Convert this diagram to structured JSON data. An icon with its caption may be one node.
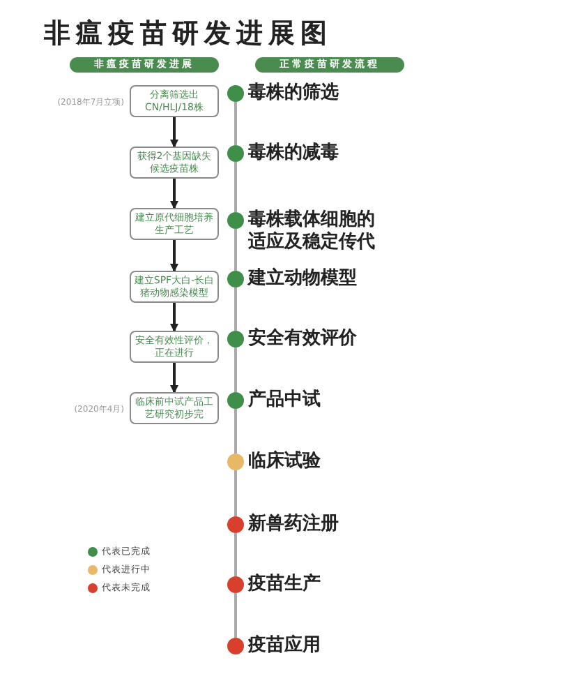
{
  "diagram": {
    "title": "非瘟疫苗研发进展图",
    "nodes": [
      {
        "text": [
          "非瘟疫苗研发进展"
        ]
      },
      {
        "text": [
          "正常疫苗研发流程"
        ]
      },
      {
        "text": [
          "分离筛选出 CN/HLJ/18株"
        ],
        "beside": [
          "(2018年7月立项)"
        ]
      },
      {
        "text": [
          "获得2个基因缺失候选疫苗株"
        ]
      },
      {
        "text": [
          "建立原代细胞培养生产工艺"
        ]
      },
      {
        "text": [
          "建立SPF大白-长白猪动物感染模型"
        ]
      },
      {
        "text": [
          "安全有效性评价，正在进行"
        ]
      },
      {
        "text": [
          "临床前中试产品工艺研究初步完"
        ],
        "beside": [
          "(2020年4月)"
        ]
      },
      {
        "text": [],
        "shape": "circle",
        "beside": [
          "毒株的筛选"
        ]
      },
      {
        "text": [],
        "shape": "circle",
        "beside": [
          "毒株的减毒"
        ]
      },
      {
        "text": [],
        "shape": "circle",
        "beside": [
          "毒株载体细胞的适应及稳定传代"
        ]
      },
      {
        "text": [],
        "shape": "circle",
        "beside": [
          "建立动物模型"
        ]
      },
      {
        "text": [],
        "shape": "circle",
        "beside": [
          "安全有效评价"
        ]
      },
      {
        "text": [],
        "shape": "circle",
        "beside": [
          "产品中试"
        ]
      },
      {
        "text": [],
        "shape": "circle",
        "beside": [
          "临床试验"
        ]
      },
      {
        "text": [],
        "shape": "circle",
        "beside": [
          "新兽药注册"
        ]
      },
      {
        "text": [],
        "shape": "circle",
        "beside": [
          "疫苗生产"
        ]
      },
      {
        "text": [],
        "shape": "circle",
        "beside": [
          "疫苗应用"
        ]
      }
    ],
    "edges": [
      {
        "from": 2,
        "to": 3,
        "arrow": "to",
        "color": "#222222"
      },
      {
        "from": 3,
        "to": 4,
        "arrow": "to",
        "color": "#222222"
      },
      {
        "from": 4,
        "to": 5,
        "arrow": "to",
        "color": "#222222"
      },
      {
        "from": 5,
        "to": 6,
        "arrow": "to",
        "color": "#222222"
      },
      {
        "from": 6,
        "to": 7,
        "arrow": "to",
        "color": "#222222"
      },
      {
        "from": 8,
        "to": 9,
        "arrow": "none"
      },
      {
        "from": 9,
        "to": 10,
        "arrow": "none"
      },
      {
        "from": 10,
        "to": 11,
        "arrow": "none"
      },
      {
        "from": 11,
        "to": 12,
        "arrow": "none"
      },
      {
        "from": 12,
        "to": 13,
        "arrow": "none"
      },
      {
        "from": 13,
        "to": 14,
        "arrow": "none"
      },
      {
        "from": 14,
        "to": 15,
        "arrow": "none"
      },
      {
        "from": 15,
        "to": 16,
        "arrow": "none"
      },
      {
        "from": 16,
        "to": 17,
        "arrow": "none"
      }
    ],
    "legend": [
      {
        "text": "代表已完成",
        "color": "#3f8f4a"
      },
      {
        "text": "代表进行中",
        "color": "#e8b867"
      },
      {
        "text": "代表未完成",
        "color": "#d8402e"
      }
    ]
  }
}
